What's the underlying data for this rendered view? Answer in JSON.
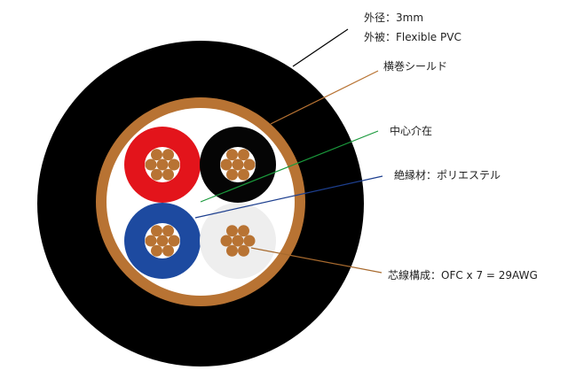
{
  "labels": {
    "outer_diameter": "外径：3mm",
    "jacket": "外被：Flexible PVC",
    "shield": "横巻シールド",
    "center_filler": "中心介在",
    "insulation": "絶縁材：ポリエステル",
    "conductor": "芯線構成：OFC  x 7 = 29AWG"
  },
  "colors": {
    "jacket": "#000000",
    "shield": "#b87333",
    "filler": "#ffffff",
    "core_red": "#e3141b",
    "core_black": "#050505",
    "core_blue": "#1d4aa0",
    "core_white": "#eeeeee",
    "copper": "#b87333",
    "leader_jacket": "#000000",
    "leader_shield": "#b87333",
    "leader_filler": "#1a9a3c",
    "leader_insulation": "#1d3f8f",
    "leader_conductor": "#a86a2e"
  }
}
